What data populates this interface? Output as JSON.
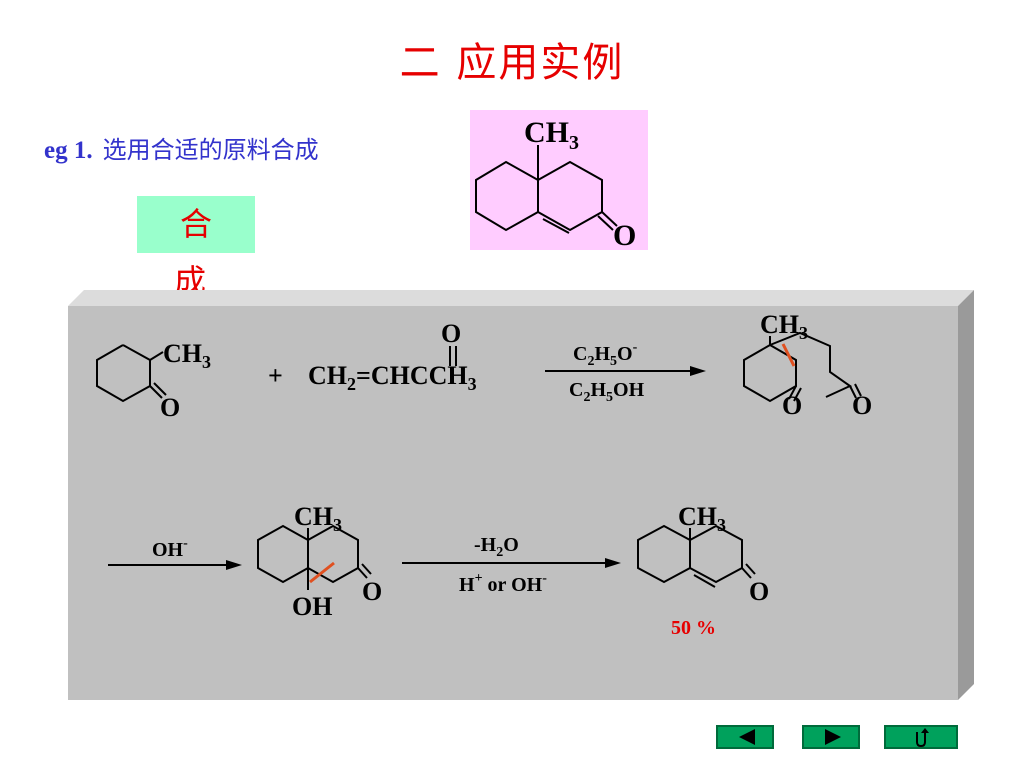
{
  "title": "二  应用实例",
  "example": {
    "label": "eg 1.",
    "text": "选用合适的原料合成"
  },
  "synthesis_label": "合 成",
  "target": {
    "methyl": "CH",
    "methyl_sub": "3",
    "carbonyl_o": "O"
  },
  "step1": {
    "reactant1": {
      "methyl": "CH",
      "methyl_sub": "3",
      "o": "O"
    },
    "plus": "+",
    "reactant2": {
      "o": "O",
      "formula_a": "CH",
      "formula_a_sub": "2",
      "formula_b": "=CHCCH",
      "formula_b_sub": "3"
    },
    "reagent_top": {
      "a": "C",
      "a_sub": "2",
      "b": "H",
      "b_sub": "5",
      "c": "O",
      "c_sup": "-"
    },
    "reagent_bottom": {
      "a": "C",
      "a_sub": "2",
      "b": "H",
      "b_sub": "5",
      "c": "OH"
    },
    "product": {
      "methyl": "CH",
      "methyl_sub": "3",
      "o1": "O",
      "o2": "O"
    }
  },
  "step2": {
    "reagent": {
      "a": "OH",
      "a_sup": "-"
    },
    "intermediate": {
      "methyl": "CH",
      "methyl_sub": "3",
      "oh": "OH",
      "o": "O"
    },
    "reagent2_top": {
      "a": "-H",
      "a_sub": "2",
      "b": "O"
    },
    "reagent2_bottom": {
      "a": "H",
      "a_sup": "+",
      "b": " or OH",
      "b_sup": "-"
    },
    "product": {
      "methyl": "CH",
      "methyl_sub": "3",
      "o": "O"
    },
    "yield": "50 %"
  },
  "colors": {
    "title": "#e60000",
    "example_text": "#3333cc",
    "badge_bg": "#99ffcc",
    "target_bg": "#ffccff",
    "panel": "#c0c0c0",
    "bond_mark": "#e05020",
    "yield": "#e60000",
    "nav": "#00a15c"
  },
  "nav": {
    "prev": "prev-arrow-icon",
    "next": "next-arrow-icon",
    "return": "return-icon"
  }
}
